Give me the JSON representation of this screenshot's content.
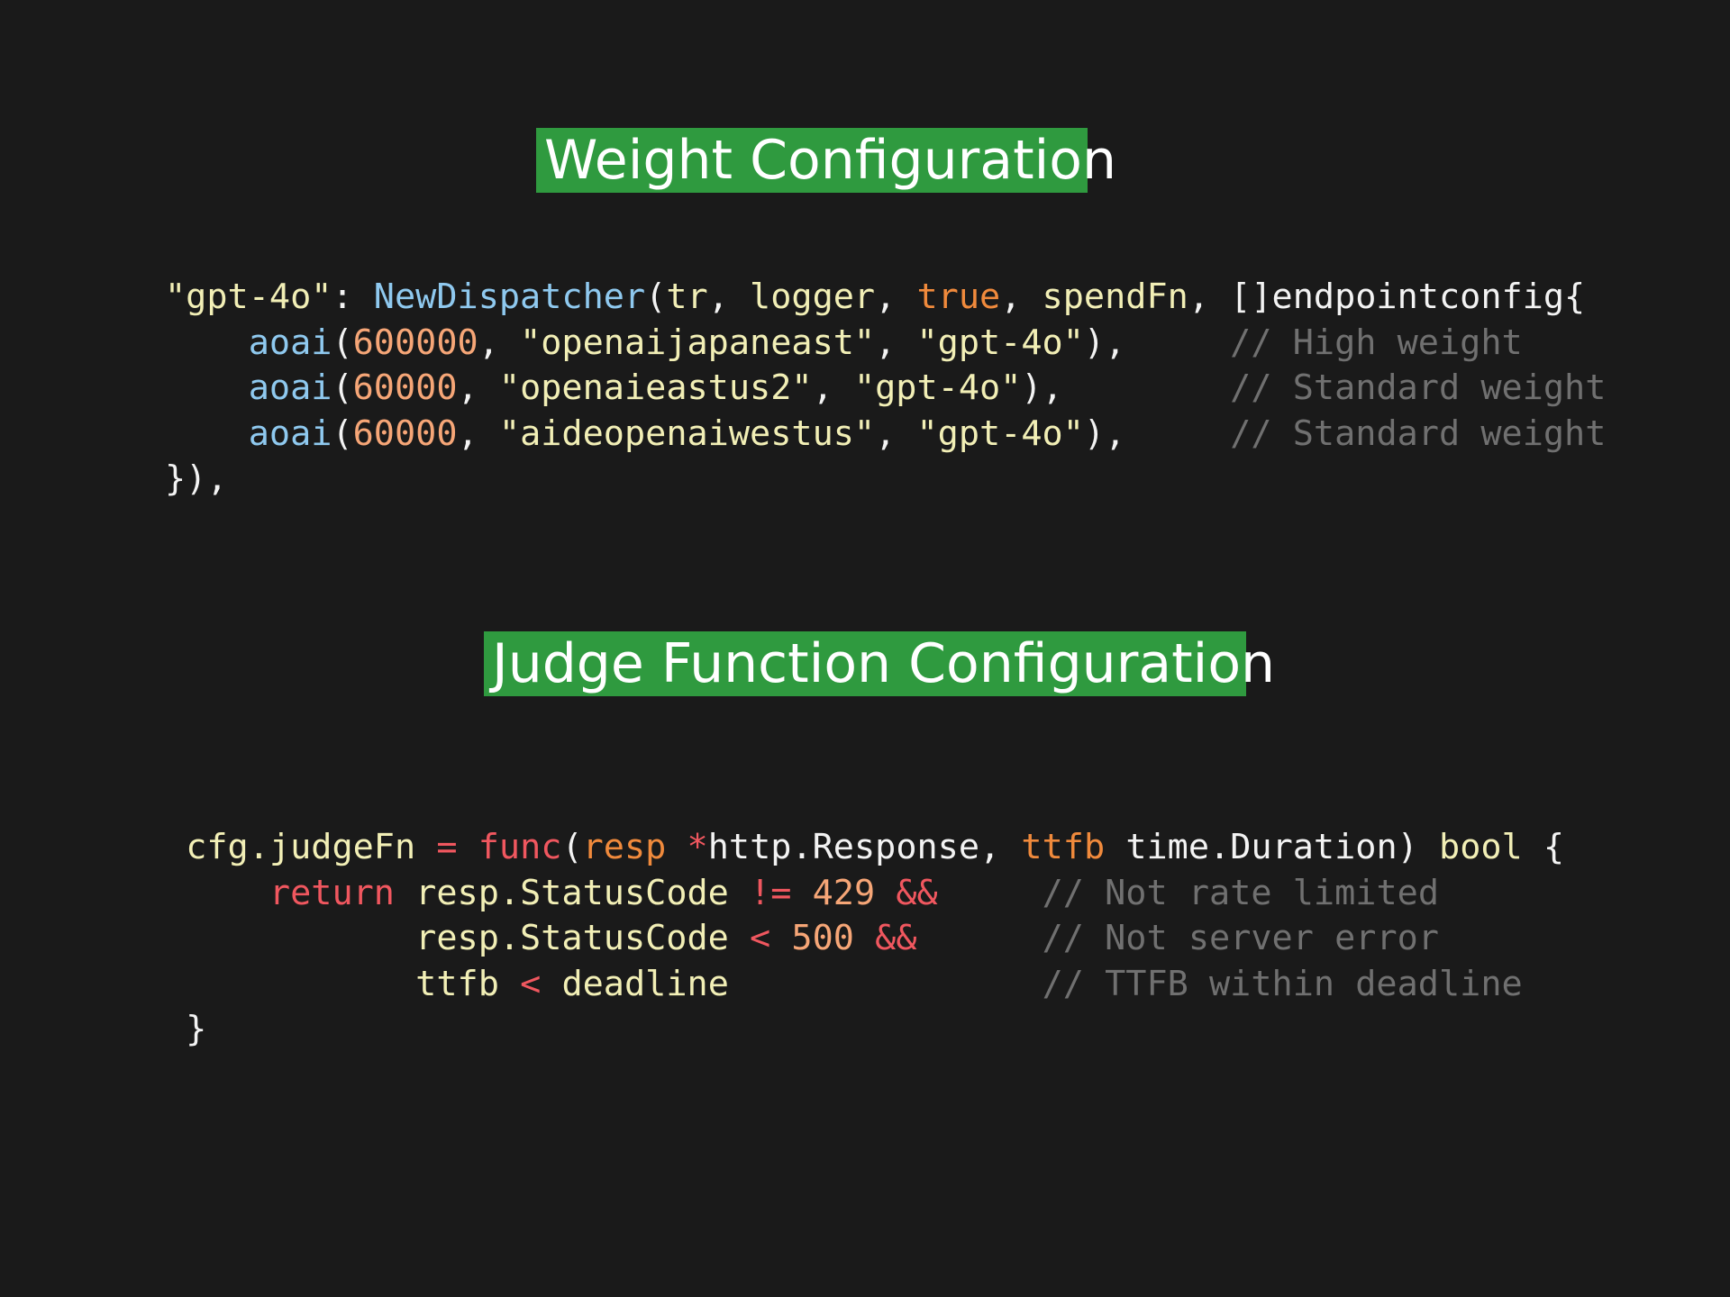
{
  "titles": {
    "weight": "Weight Configuration",
    "judge": "Judge Function Configuration"
  },
  "weight_code": {
    "l1": {
      "key": "\"gpt-4o\"",
      "colon": ": ",
      "fn": "NewDispatcher",
      "p1": "(",
      "arg1": "tr",
      "c1": ", ",
      "arg2": "logger",
      "c2": ", ",
      "arg3": "true",
      "c3": ", ",
      "arg4": "spendFn",
      "c4": ", ",
      "arg5": "[]endpointconfig{"
    },
    "rows": [
      {
        "indent": "    ",
        "fn": "aoai",
        "open": "(",
        "num": "600000",
        "sep1": ", ",
        "region": "\"openaijapaneast\"",
        "sep2": ", ",
        "model": "\"gpt-4o\"",
        "close": "),",
        "pad": "     ",
        "comment": "// High weight"
      },
      {
        "indent": "    ",
        "fn": "aoai",
        "open": "(",
        "num": "60000",
        "sep1": ", ",
        "region": "\"openaieastus2\"",
        "sep2": ", ",
        "model": "\"gpt-4o\"",
        "close": "),",
        "pad": "        ",
        "comment": "// Standard weight"
      },
      {
        "indent": "    ",
        "fn": "aoai",
        "open": "(",
        "num": "60000",
        "sep1": ", ",
        "region": "\"aideopenaiwestus\"",
        "sep2": ", ",
        "model": "\"gpt-4o\"",
        "close": "),",
        "pad": "     ",
        "comment": "// Standard weight"
      }
    ],
    "closing": "}),"
  },
  "judge_code": {
    "l1": {
      "lead": " ",
      "lhs": "cfg.judgeFn",
      "sp1": " ",
      "eq": "=",
      "sp2": " ",
      "func": "func",
      "open": "(",
      "resp": "resp",
      "sp3": " ",
      "star": "*",
      "type1": "http.Response",
      "comma": ", ",
      "ttfb": "ttfb",
      "sp4": " ",
      "type2": "time.Duration",
      "close": ")",
      "sp5": " ",
      "bool": "bool",
      "brace": " {"
    },
    "l2": {
      "indent": "     ",
      "ret": "return",
      "sp": " ",
      "lhs": "resp.StatusCode",
      "sp2": " ",
      "op": "!=",
      "sp3": " ",
      "num": "429",
      "sp4": " ",
      "and": "&&",
      "pad": "     ",
      "comment": "// Not rate limited"
    },
    "l3": {
      "indent": "            ",
      "lhs": "resp.StatusCode",
      "sp": " ",
      "op": "<",
      "sp2": " ",
      "num": "500",
      "sp3": " ",
      "and": "&&",
      "pad": "      ",
      "comment": "// Not server error"
    },
    "l4": {
      "indent": "            ",
      "lhs": "ttfb",
      "sp": " ",
      "op": "<",
      "sp2": " ",
      "rhs": "deadline",
      "pad": "               ",
      "comment": "// TTFB within deadline"
    },
    "l5": " }"
  }
}
